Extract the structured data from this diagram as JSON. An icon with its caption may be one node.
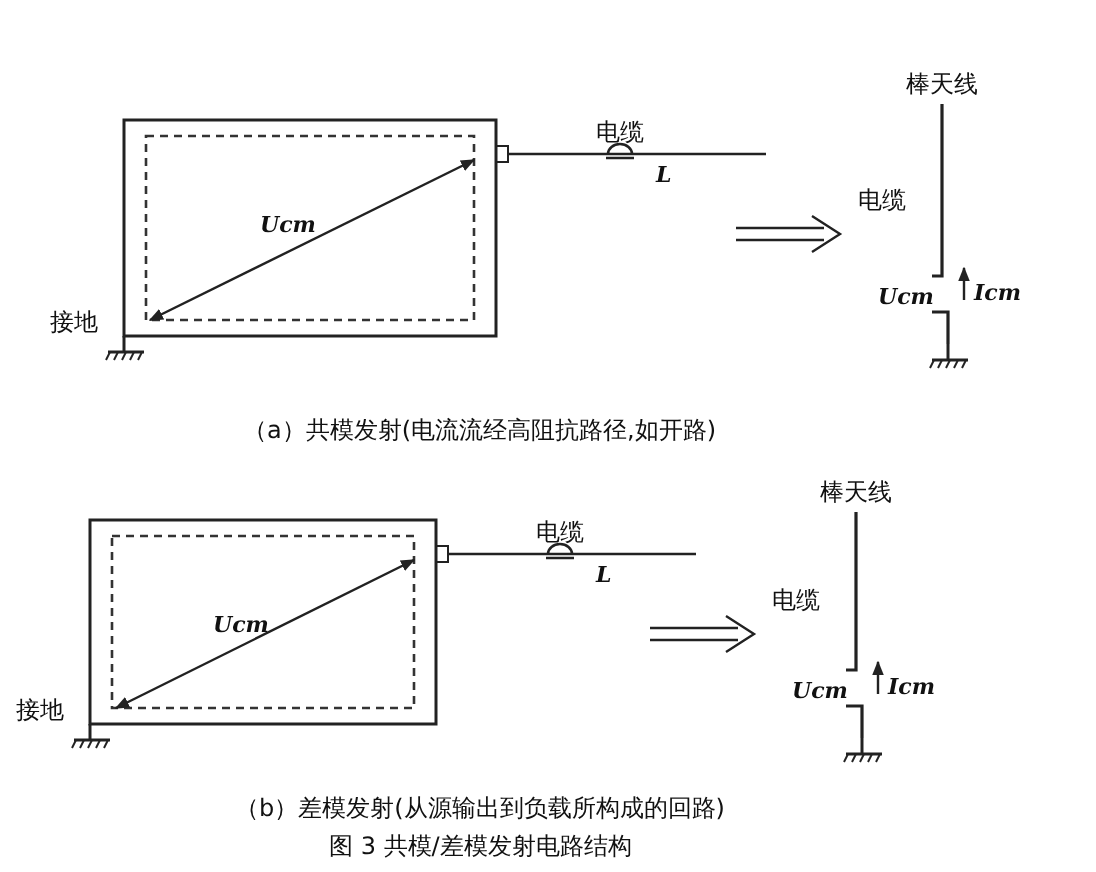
{
  "diagram": {
    "caption": "图 3 共模/差模发射电路结构",
    "labels": [
      "棒天线",
      "电缆",
      "L",
      "电缆",
      "Ucm",
      "Ucm",
      "Icm",
      "接地",
      "（a）共模发射(电流流经高阻抗路径,如开路)",
      "棒天线",
      "电缆",
      "L",
      "电缆",
      "Ucm",
      "Ucm",
      "Icm",
      "接地",
      "（b）差模发射(从源输出到负载所构成的回路)"
    ]
  }
}
